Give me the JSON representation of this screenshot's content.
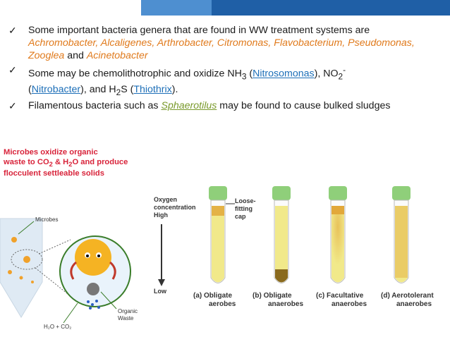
{
  "bullets": [
    {
      "pre": "Some important bacteria genera that are found in WW treatment systems are",
      "genera": "Achromobacter, Alcaligenes, Arthrobacter, Citromonas, Flavobacterium, Pseudomonas, Zooglea",
      "and": " and ",
      "last": "Acinetobacter"
    },
    {
      "t1": "Some may be chemolithotrophic and oxidize NH",
      "sub1": "3",
      "t2": " (",
      "n1": "Nitrosomonas",
      "t3": "), NO",
      "sub2": "2",
      "sup2": "-",
      "t4": "(",
      "n2": "Nitrobacter",
      "t5": "), and H",
      "sub3": "2",
      "t6": "S (",
      "n3": "Thiothrix",
      "t7": ")."
    },
    {
      "t1": "Filamentous bacteria such as ",
      "n1": "Sphaerotilus",
      "t2": " may be found to cause bulked sludges"
    }
  ],
  "red_caption": {
    "l1": "Microbes oxidize organic",
    "l2a": "waste to CO",
    "sub": "2",
    "l2b": " & H",
    "sub2": "2",
    "l2c": "O and produce",
    "l3": "flocculent settleable solids"
  },
  "diagram": {
    "microbes": "Microbes",
    "organic": "Organic",
    "waste": "Waste",
    "h2o": "H₂O + CO₂"
  },
  "tubes": {
    "oxygen": "Oxygen",
    "concentration": "concentration",
    "high": "High",
    "low": "Low",
    "loose": "Loose-",
    "fitting": "fitting",
    "cap": "cap",
    "labels": [
      {
        "letter": "(a)",
        "l1": "Obligate",
        "l2": "aerobes"
      },
      {
        "letter": "(b)",
        "l1": "Obligate",
        "l2": "anaerobes"
      },
      {
        "letter": "(c)",
        "l1": "Facultative",
        "l2": "anaerobes"
      },
      {
        "letter": "(d)",
        "l1": "Aerotolerant",
        "l2": "anaerobes"
      }
    ]
  },
  "colors": {
    "topbar": "#2a6fb3",
    "red": "#d8233a",
    "orange": "#e07a1c",
    "cap": "#8fcf7a",
    "medium": "#f1e98a"
  }
}
